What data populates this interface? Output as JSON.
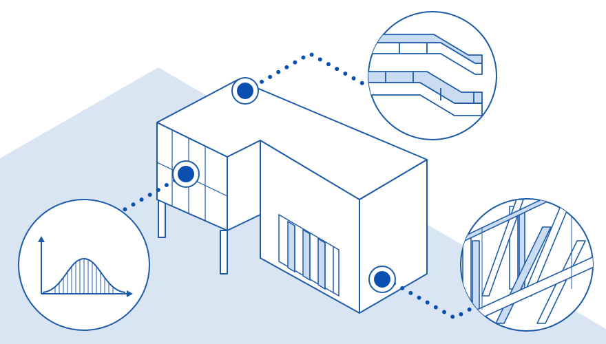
{
  "colors": {
    "background": "#ffffff",
    "ground": "#d9e5f3",
    "stroke": "#1d5aa8",
    "marker": "#0a4fb0",
    "accent_fill": "#c9dcf2",
    "white": "#ffffff"
  },
  "building": {
    "description_icon": "isometric-building-icon"
  },
  "markers": [
    {
      "id": "roof-marker",
      "icon": "hotspot-icon"
    },
    {
      "id": "facade-marker",
      "icon": "hotspot-icon"
    },
    {
      "id": "structure-marker",
      "icon": "hotspot-icon"
    }
  ],
  "callouts": [
    {
      "id": "duct-detail",
      "icon": "duct-icon"
    },
    {
      "id": "chart-detail",
      "icon": "bell-curve-chart-icon"
    },
    {
      "id": "truss-detail",
      "icon": "steel-truss-icon"
    }
  ]
}
